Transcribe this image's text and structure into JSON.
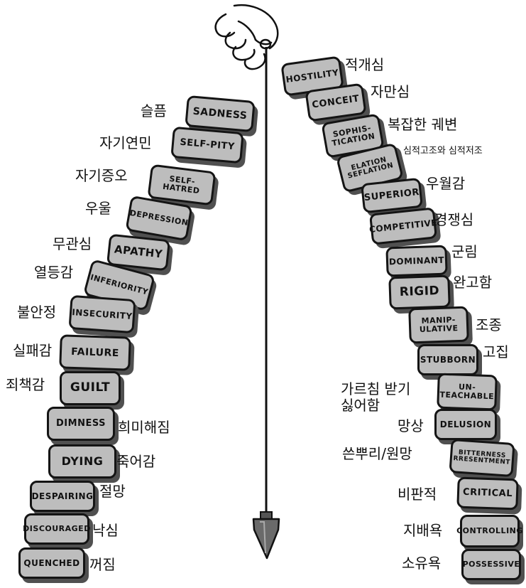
{
  "left_column": [
    {
      "en": "SADNESS",
      "ko": "슬픔"
    },
    {
      "en": "SELF-PITY",
      "ko": "자기연민"
    },
    {
      "en": "SELF-HATRED",
      "ko": "자기증오"
    },
    {
      "en": "DEPRESSION",
      "ko": "우울"
    },
    {
      "en": "APATHY",
      "ko": "무관심"
    },
    {
      "en": "INFERIORITY",
      "ko": "열등감"
    },
    {
      "en": "INSECURITY",
      "ko": "불안정"
    },
    {
      "en": "FAILURE",
      "ko": "실패감"
    },
    {
      "en": "GUILT",
      "ko": "죄책감"
    },
    {
      "en": "DIMNESS",
      "ko": "희미해짐"
    },
    {
      "en": "DYING",
      "ko": "죽어감"
    },
    {
      "en": "DESPAIRING",
      "ko": "절망"
    },
    {
      "en": "DISCOURAGED",
      "ko": "낙심"
    },
    {
      "en": "QUENCHED",
      "ko": "꺼짐"
    }
  ],
  "right_column": [
    {
      "en": "HOSTILITY",
      "ko": "적개심"
    },
    {
      "en": "CONCEIT",
      "ko": "자만심"
    },
    {
      "en": "SOPHIS-\nTICATION",
      "ko": "복잡한 궤변"
    },
    {
      "en": "ELATION\nSEFLATION",
      "ko": "심적고조와 심적저조"
    },
    {
      "en": "SUPERIOR",
      "ko": "우월감"
    },
    {
      "en": "COMPETITIVE",
      "ko": "경쟁심"
    },
    {
      "en": "DOMINANT",
      "ko": "군림"
    },
    {
      "en": "RIGID",
      "ko": "완고함"
    },
    {
      "en": "MANIP-\nULATIVE",
      "ko": "조종"
    },
    {
      "en": "STUBBORN",
      "ko": "고집"
    },
    {
      "en": "UN-\nTEACHABLE",
      "ko": "가르침 받기\n싫어함"
    },
    {
      "en": "DELUSION",
      "ko": "망상"
    },
    {
      "en": "BITTERNESS\nRRESENTMENT",
      "ko": "쓴뿌리/원망"
    },
    {
      "en": "CRITICAL",
      "ko": "비판적"
    },
    {
      "en": "CONTROLLING",
      "ko": "지배욕"
    },
    {
      "en": "POSSESSIVE",
      "ko": "소유욕"
    }
  ],
  "icons": {
    "hand": "hand-holding-plumb-line-icon",
    "plumb_bob": "plumb-bob-icon"
  },
  "colors": {
    "block_fill": "#bdbdbd",
    "block_outline": "#141414",
    "block_shadow": "#505050",
    "ink": "#111111"
  }
}
